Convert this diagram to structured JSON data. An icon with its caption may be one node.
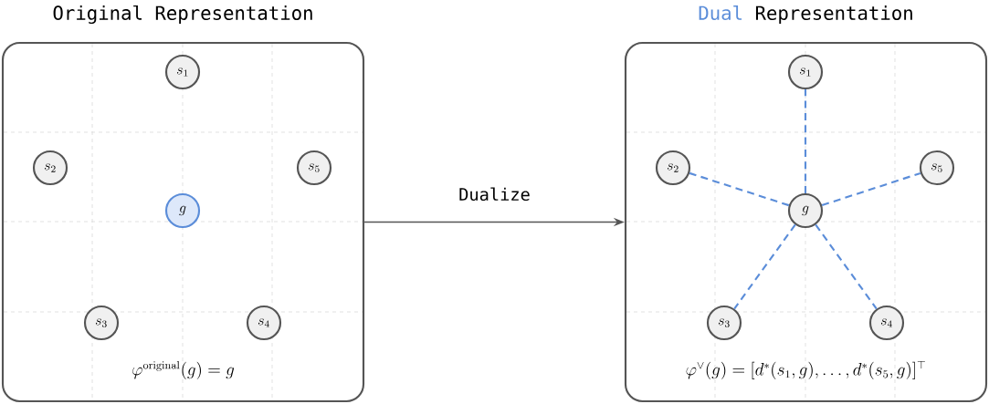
{
  "diagram": {
    "nodes": [
      {
        "text": [
          "Original Representation",
          "\\varphi^{\\mathrm{original}}(g) = g"
        ]
      },
      {
        "text": [
          "s_1"
        ],
        "in": 0
      },
      {
        "text": [
          "s_2"
        ],
        "in": 0
      },
      {
        "text": [
          "s_5"
        ],
        "in": 0
      },
      {
        "text": [
          "g"
        ],
        "in": 0
      },
      {
        "text": [
          "s_3"
        ],
        "in": 0
      },
      {
        "text": [
          "s_4"
        ],
        "in": 0
      },
      {
        "text": [
          "Dual",
          "Representation",
          "\\varphi^{\\vee}(g) = [d^{*}(s_1,g),\\ldots,d^{*}(s_5,g)]^{\\top}"
        ]
      },
      {
        "text": [
          "s_1"
        ],
        "in": 7
      },
      {
        "text": [
          "s_2"
        ],
        "in": 7
      },
      {
        "text": [
          "s_5"
        ],
        "in": 7
      },
      {
        "text": [
          "g"
        ],
        "in": 7
      },
      {
        "text": [
          "s_3"
        ],
        "in": 7
      },
      {
        "text": [
          "s_4"
        ],
        "in": 7
      }
    ],
    "edges": [
      {
        "from": 0,
        "to": 7,
        "arrow": "to",
        "label": "Dualize",
        "color": "#555555"
      },
      {
        "from": 11,
        "to": 8,
        "arrow": "none",
        "style": "dashed",
        "color": "#5b8dd9"
      },
      {
        "from": 11,
        "to": 9,
        "arrow": "none",
        "style": "dashed",
        "color": "#5b8dd9"
      },
      {
        "from": 11,
        "to": 10,
        "arrow": "none",
        "style": "dashed",
        "color": "#5b8dd9"
      },
      {
        "from": 11,
        "to": 12,
        "arrow": "none",
        "style": "dashed",
        "color": "#5b8dd9"
      },
      {
        "from": 11,
        "to": 13,
        "arrow": "none",
        "style": "dashed",
        "color": "#5b8dd9"
      }
    ]
  }
}
